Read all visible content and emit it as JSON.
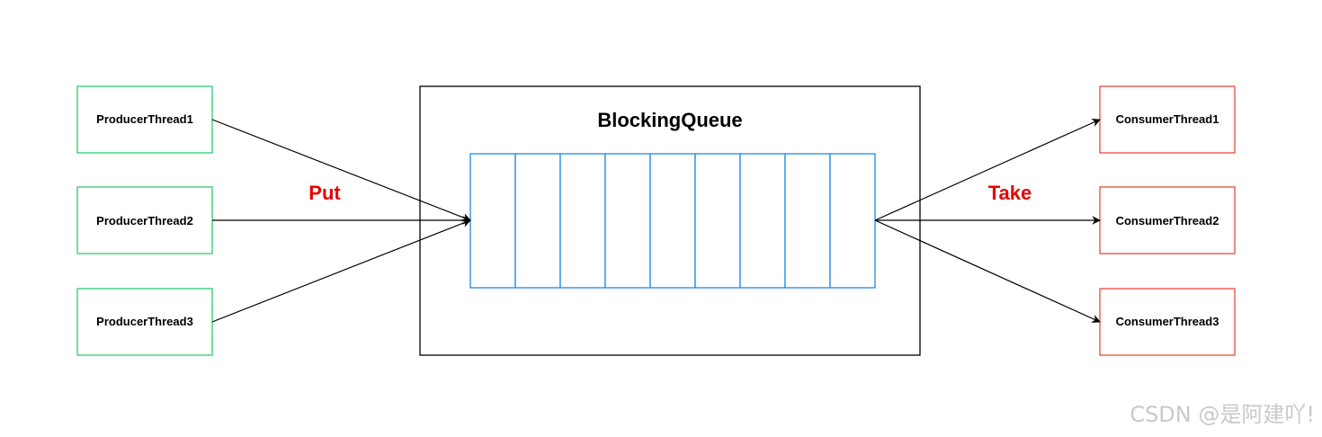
{
  "diagram": {
    "queue_title": "BlockingQueue",
    "queue_slot_count": 9,
    "put_label": "Put",
    "take_label": "Take",
    "producers": [
      {
        "label": "ProducerThread1"
      },
      {
        "label": "ProducerThread2"
      },
      {
        "label": "ProducerThread3"
      }
    ],
    "consumers": [
      {
        "label": "ConsumerThread1"
      },
      {
        "label": "ConsumerThread2"
      },
      {
        "label": "ConsumerThread3"
      }
    ]
  },
  "colors": {
    "producer_border": "#2ecc71",
    "consumer_border": "#e74c3c",
    "queue_slots_border": "#1e88e5",
    "queue_box_border": "#000000",
    "arrow": "#000000",
    "put_label": "#e60000",
    "take_label": "#e60000"
  },
  "watermark": {
    "text": "CSDN @是阿建吖!"
  }
}
